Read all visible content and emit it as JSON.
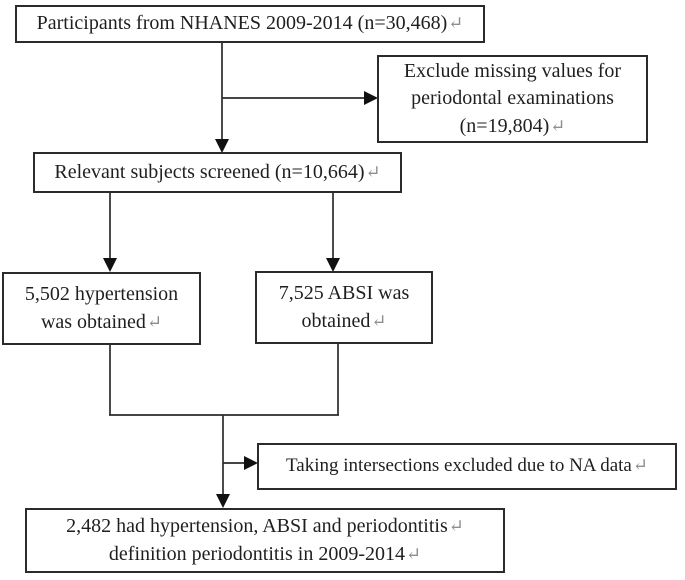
{
  "diagram": {
    "title": "NHANES participant selection flowchart",
    "return_mark": "↵",
    "colors": {
      "text": "#1f1f1f",
      "line": "#2b2b2b",
      "arrow_fill": "#111111",
      "return_mark": "#8f8f8f",
      "background": "#ffffff"
    },
    "boxes": [
      {
        "id": "participants",
        "lines": [
          {
            "text": "Participants from NHANES 2009-2014 (n=30,468)",
            "ret": true
          }
        ]
      },
      {
        "id": "exclude",
        "lines": [
          {
            "text": "Exclude missing values for",
            "ret": false
          },
          {
            "text": "periodontal examinations",
            "ret": false
          },
          {
            "text": "(n=19,804)",
            "ret": true
          }
        ]
      },
      {
        "id": "screened",
        "lines": [
          {
            "text": "Relevant subjects screened (n=10,664)",
            "ret": true
          }
        ]
      },
      {
        "id": "hypertension",
        "lines": [
          {
            "text": "5,502 hypertension",
            "ret": false
          },
          {
            "text": "was obtained",
            "ret": true
          }
        ]
      },
      {
        "id": "absi",
        "lines": [
          {
            "text": "7,525 ABSI was",
            "ret": false
          },
          {
            "text": "obtained",
            "ret": true
          }
        ]
      },
      {
        "id": "intersections",
        "lines": [
          {
            "text": "Taking intersections excluded due to NA data",
            "ret": true
          }
        ]
      },
      {
        "id": "final",
        "lines": [
          {
            "text": "2,482 had hypertension, ABSI and periodontitis",
            "ret": true
          },
          {
            "text": "definition periodontitis in 2009-2014",
            "ret": true
          }
        ]
      }
    ]
  }
}
